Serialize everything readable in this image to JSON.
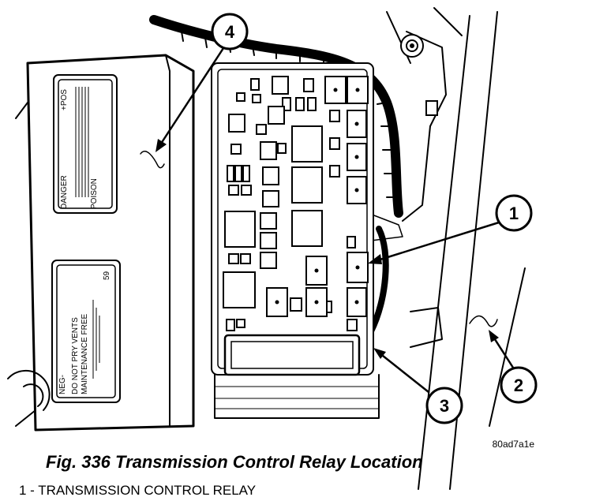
{
  "figure": {
    "caption": "Fig. 336 Transmission Control Relay Location",
    "image_code": "80ad7a1e",
    "legend_partial": "1 - TRANSMISSION CONTROL RELAY",
    "callouts": [
      "1",
      "2",
      "3",
      "4"
    ],
    "battery_label_1": {
      "line1": "DANGER",
      "line2": "+POS",
      "line3": "POISON"
    },
    "battery_label_2": {
      "line1": "NEG-",
      "line2": "DO NOT PRY VENTS",
      "line3": "MAINTENANCE FREE",
      "line4": "59"
    }
  }
}
